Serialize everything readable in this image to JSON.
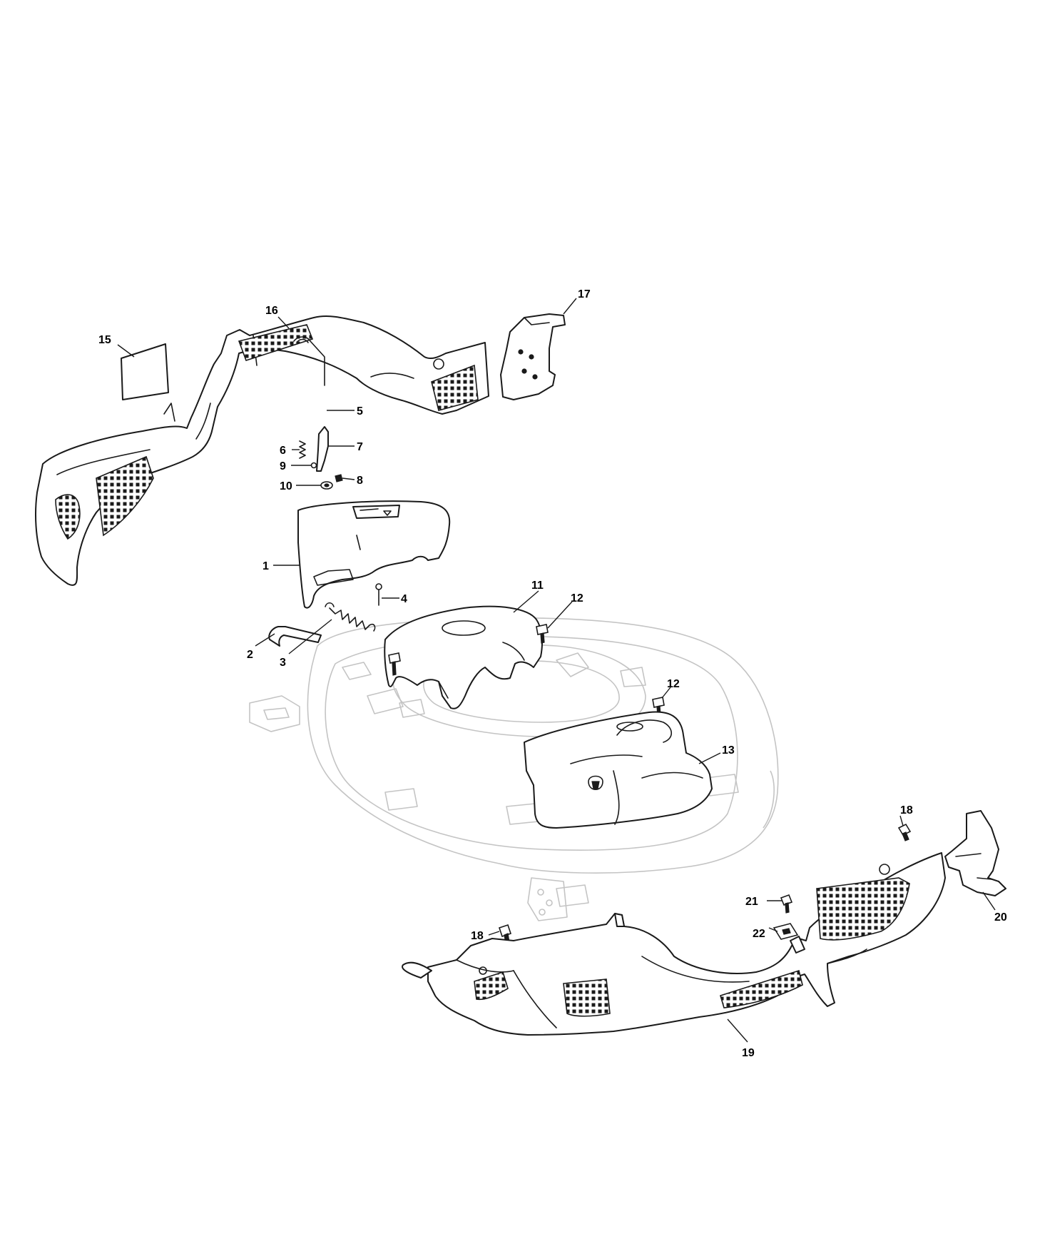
{
  "callouts": [
    {
      "id": "c1",
      "label": "1"
    },
    {
      "id": "c2",
      "label": "2"
    },
    {
      "id": "c3",
      "label": "3"
    },
    {
      "id": "c4",
      "label": "4"
    },
    {
      "id": "c5",
      "label": "5"
    },
    {
      "id": "c6",
      "label": "6"
    },
    {
      "id": "c7",
      "label": "7"
    },
    {
      "id": "c8",
      "label": "8"
    },
    {
      "id": "c9",
      "label": "9"
    },
    {
      "id": "c10",
      "label": "10"
    },
    {
      "id": "c11",
      "label": "11"
    },
    {
      "id": "c12a",
      "label": "12"
    },
    {
      "id": "c12b",
      "label": "12"
    },
    {
      "id": "c13",
      "label": "13"
    },
    {
      "id": "c15",
      "label": "15"
    },
    {
      "id": "c16",
      "label": "16"
    },
    {
      "id": "c17",
      "label": "17"
    },
    {
      "id": "c18a",
      "label": "18"
    },
    {
      "id": "c18b",
      "label": "18"
    },
    {
      "id": "c19",
      "label": "19"
    },
    {
      "id": "c20",
      "label": "20"
    },
    {
      "id": "c21",
      "label": "21"
    },
    {
      "id": "c22",
      "label": "22"
    }
  ],
  "colors": {
    "line": "#1a1a1a",
    "ghost": "#c4c4c4",
    "background": "#ffffff"
  }
}
